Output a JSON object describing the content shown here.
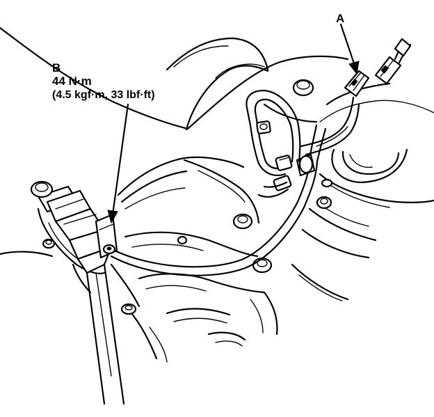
{
  "callouts": {
    "a": {
      "letter": "A"
    },
    "b": {
      "letter": "B",
      "torque_nm": "44 N·m",
      "torque_alt": "(4.5 kgf·m, 33 lbf·ft)"
    }
  },
  "colors": {
    "line": "#000000",
    "background": "#ffffff"
  }
}
